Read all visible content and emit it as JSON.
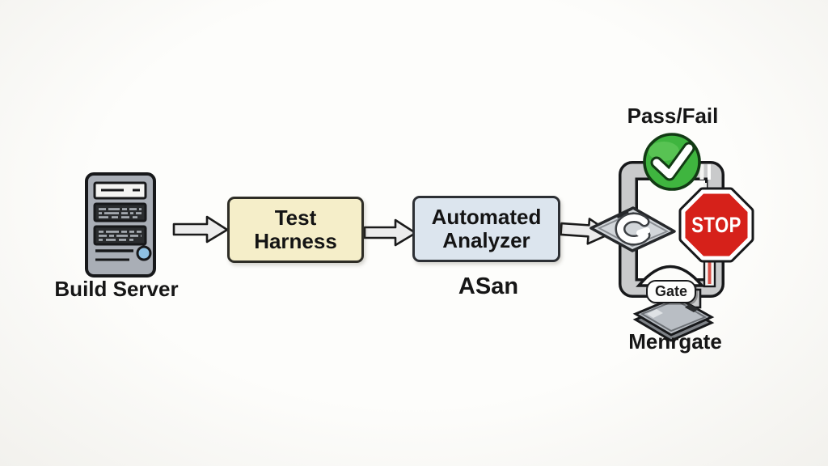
{
  "diagram": {
    "background_color": "#fbfaf7",
    "nodes": {
      "build_server": {
        "label": "Build Server",
        "icon": "server-tower",
        "body_color": "#a9aeb6",
        "led_color": "#8fc1e3"
      },
      "test_harness": {
        "label": "Test Harness",
        "fill_color": "#f5eec9",
        "border_color": "#2e2d26"
      },
      "automated_analyzer": {
        "label": "Automated Analyzer",
        "sublabel": "ASan",
        "fill_color": "#dce5ee",
        "border_color": "#2c2f34"
      },
      "quality_gate": {
        "outcome_label": "Pass/Fail",
        "gate_label": "Gate",
        "stop_label": "STOP",
        "bottom_label": "Menrgate",
        "pass_color": "#3fb53f",
        "stop_color": "#d6211a",
        "frame_color": "#c9cacb"
      }
    },
    "connectors": [
      {
        "from": "Build Server",
        "to": "Test Harness",
        "style": "block-arrow"
      },
      {
        "from": "Test Harness",
        "to": "Automated Analyzer",
        "style": "block-arrow"
      },
      {
        "from": "Automated Analyzer",
        "to": "Quality Gate",
        "style": "block-arrow"
      }
    ]
  }
}
